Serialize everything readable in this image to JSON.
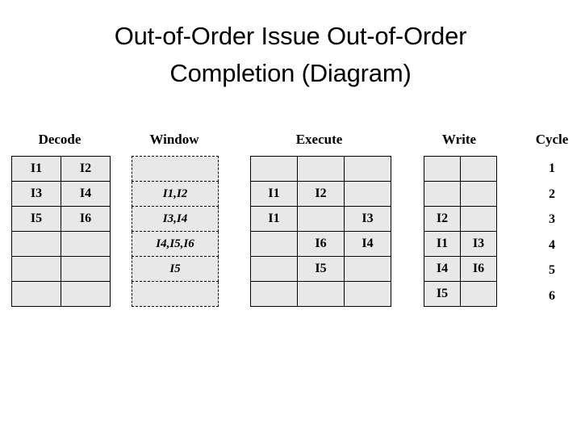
{
  "title": {
    "line1": "Out-of-Order Issue Out-of-Order",
    "line2": "Completion (Diagram)"
  },
  "colors": {
    "cell_fill": "#e8e8e8",
    "border": "#000000",
    "text": "#000000",
    "background": "#ffffff"
  },
  "diagram": {
    "stages": [
      {
        "id": "decode",
        "header": "Decode",
        "columns": 2,
        "border_style": "solid",
        "rows": [
          [
            "I1",
            "I2"
          ],
          [
            "I3",
            "I4"
          ],
          [
            "I5",
            "I6"
          ],
          [
            "",
            ""
          ],
          [
            "",
            ""
          ],
          [
            "",
            ""
          ]
        ]
      },
      {
        "id": "window",
        "header": "Window",
        "columns": 1,
        "border_style": "dashed",
        "rows": [
          [
            ""
          ],
          [
            "I1,I2"
          ],
          [
            "I3,I4"
          ],
          [
            "I4,I5,I6"
          ],
          [
            "I5"
          ],
          [
            ""
          ]
        ]
      },
      {
        "id": "execute",
        "header": "Execute",
        "columns": 3,
        "border_style": "solid",
        "rows": [
          [
            "",
            "",
            ""
          ],
          [
            "I1",
            "I2",
            ""
          ],
          [
            "I1",
            "",
            "I3"
          ],
          [
            "",
            "I6",
            "I4"
          ],
          [
            "",
            "I5",
            ""
          ],
          [
            "",
            "",
            ""
          ]
        ]
      },
      {
        "id": "write",
        "header": "Write",
        "columns": 2,
        "border_style": "solid",
        "rows": [
          [
            "",
            ""
          ],
          [
            "",
            ""
          ],
          [
            "I2",
            ""
          ],
          [
            "I1",
            "I3"
          ],
          [
            "I4",
            "I6"
          ],
          [
            "I5",
            ""
          ]
        ]
      }
    ],
    "cycle": {
      "header": "Cycle",
      "values": [
        "1",
        "2",
        "3",
        "4",
        "5",
        "6"
      ]
    }
  }
}
